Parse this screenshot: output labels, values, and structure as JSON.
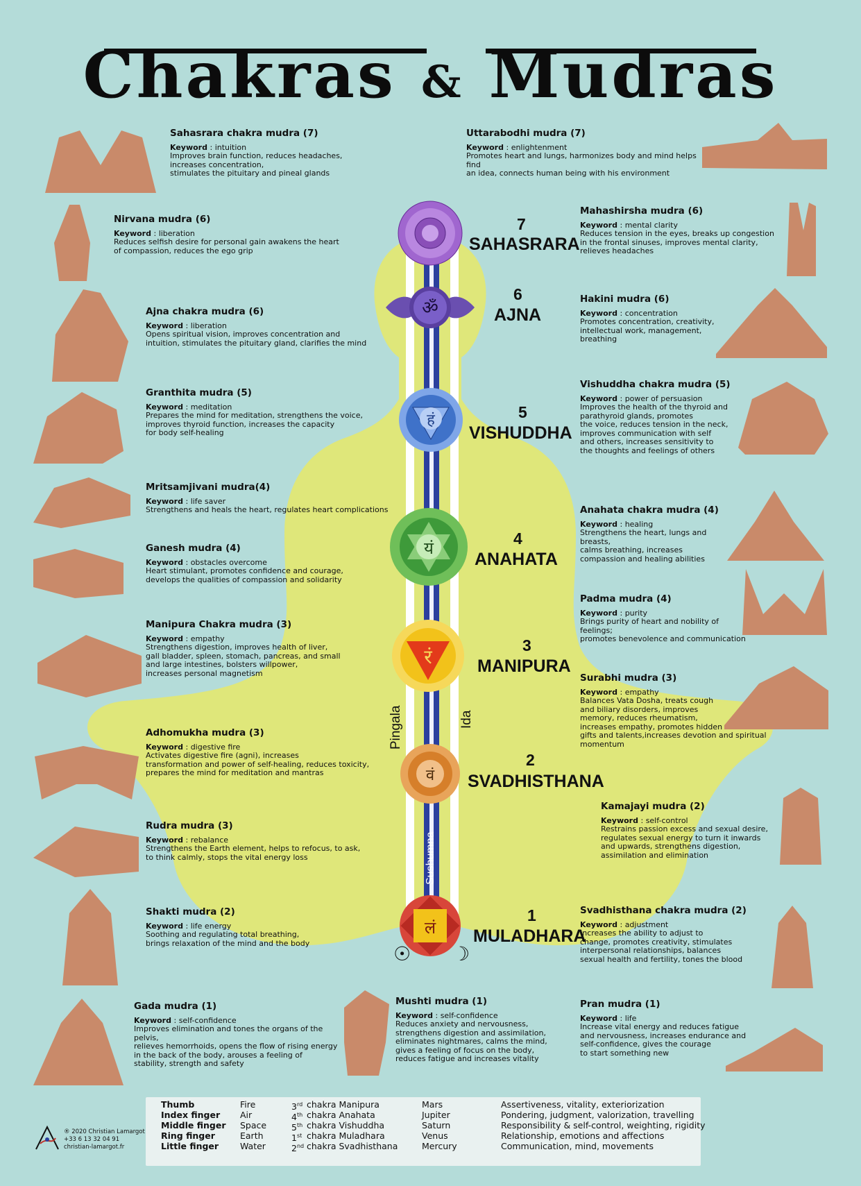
{
  "title": {
    "left": "Chakras",
    "amp": "&",
    "right": "Mudras"
  },
  "chakras": [
    {
      "num": "7",
      "name": "SAHASRARA",
      "color": "#8a4fb8",
      "syllable": "",
      "symbol": ""
    },
    {
      "num": "6",
      "name": "AJNA",
      "color": "#5a3fa0",
      "syllable": "ॐ",
      "symbol": ""
    },
    {
      "num": "5",
      "name": "VISHUDDHA",
      "color": "#3f72c9",
      "syllable": "हं",
      "symbol": ""
    },
    {
      "num": "4",
      "name": "ANAHATA",
      "color": "#4da447",
      "syllable": "यं",
      "symbol": ""
    },
    {
      "num": "3",
      "name": "MANIPURA",
      "color": "#f2c21a",
      "syllable": "रं",
      "symbol": ""
    },
    {
      "num": "2",
      "name": "SVADHISTHANA",
      "color": "#e0903a",
      "syllable": "वं",
      "symbol": ""
    },
    {
      "num": "1",
      "name": "MULADHARA",
      "color": "#c0322a",
      "syllable": "लं",
      "symbol": ""
    }
  ],
  "channels": {
    "left": "Pingala",
    "right": "Ida",
    "center": "Sushumna"
  },
  "sun_symbol": "☉",
  "moon_symbol": "☽",
  "mudras": {
    "sahasrara_chakra": {
      "title": "Sahasrara chakra mudra (7)",
      "keyword": "intuition",
      "desc": "Improves brain function, reduces headaches,\nincreases concentration,\nstimulates the pituitary and pineal glands"
    },
    "uttarabodhi": {
      "title": "Uttarabodhi mudra (7)",
      "keyword": "enlightenment",
      "desc": "Promotes heart and lungs, harmonizes body and mind helps find\nan idea, connects human being with his environment"
    },
    "nirvana": {
      "title": "Nirvana mudra (6)",
      "keyword": "liberation",
      "desc": "Reduces selfish desire for personal gain awakens the heart\nof compassion, reduces the ego grip"
    },
    "mahashirsha": {
      "title": "Mahashirsha mudra (6)",
      "keyword": "mental clarity",
      "desc": "Reduces tension in the eyes, breaks up congestion\nin the frontal sinuses, improves mental clarity,\nrelieves headaches"
    },
    "ajna_chakra": {
      "title": "Ajna chakra mudra (6)",
      "keyword": "liberation",
      "desc": "Opens spiritual vision,  improves concentration and\nintuition, stimulates the pituitary gland, clarifies the mind"
    },
    "hakini": {
      "title": "Hakini mudra (6)",
      "keyword": "concentration",
      "desc": "Promotes concentration, creativity,\nintellectual work, management, breathing"
    },
    "granthita": {
      "title": "Granthita mudra (5)",
      "keyword": "meditation",
      "desc": "Prepares the mind for meditation, strengthens the voice,\nimproves thyroid function, increases the capacity\nfor body self-healing"
    },
    "vishuddha_chakra": {
      "title": "Vishuddha chakra mudra (5)",
      "keyword": "power of persuasion",
      "desc": "Improves the health of the thyroid and\nparathyroid glands, promotes\nthe voice, reduces tension in the neck,\nimproves communication with self\nand others, increases sensitivity to\nthe thoughts and feelings of others"
    },
    "mritsamjivani": {
      "title": "Mritsamjivani mudra(4)",
      "keyword": "life saver",
      "desc": "Strengthens and heals the heart, regulates heart complications"
    },
    "anahata_chakra": {
      "title": "Anahata chakra mudra  (4)",
      "keyword": "healing",
      "desc": "Strengthens the heart, lungs and breasts,\ncalms breathing, increases\ncompassion and healing abilities"
    },
    "ganesh": {
      "title": "Ganesh mudra (4)",
      "keyword": "obstacles overcome",
      "desc": "Heart stimulant, promotes confidence and courage,\ndevelops the qualities of compassion and solidarity"
    },
    "padma": {
      "title": "Padma mudra  (4)",
      "keyword": "purity",
      "desc": "Brings purity of heart and nobility of feelings;\npromotes benevolence and communication"
    },
    "manipura_chakra": {
      "title": "Manipura Chakra mudra  (3)",
      "keyword": "empathy",
      "desc": "Strengthens digestion, improves health of liver,\ngall bladder, spleen, stomach, pancreas, and small\nand large intestines, bolsters willpower,\nincreases personal magnetism"
    },
    "surabhi": {
      "title": "Surabhi mudra  (3)",
      "keyword": "empathy",
      "desc": "Balances Vata Dosha, treats cough\nand biliary disorders, improves\nmemory, reduces rheumatism,\nincreases empathy, promotes hidden\ngifts and talents,increases devotion and spiritual momentum"
    },
    "adhomukha": {
      "title": "Adhomukha mudra (3)",
      "keyword": "digestive fire",
      "desc": "Activates digestive fire (agni), increases\ntransformation and power of self-healing, reduces toxicity,\nprepares the mind for meditation and mantras"
    },
    "kamajayi": {
      "title": "Kamajayi mudra (2)",
      "keyword": "self-control",
      "desc": "Restrains passion excess and sexual desire,\nregulates sexual energy to turn it inwards\nand upwards,  strengthens digestion,\nassimilation and elimination"
    },
    "rudra": {
      "title": "Rudra mudra  (3)",
      "keyword": "rebalance",
      "desc": "Strengthens the Earth element, helps to refocus, to ask,\nto think calmly, stops the vital energy loss"
    },
    "shakti": {
      "title": "Shakti mudra (2)",
      "keyword": "life energy",
      "desc": "Soothing and regulating total breathing,\nbrings relaxation of the mind and the body"
    },
    "svadhisthana_chakra": {
      "title": "Svadhisthana chakra mudra (2)",
      "keyword": "adjustment",
      "desc": "Increases the ability to adjust to\nchange, promotes creativity, stimulates\ninterpersonal relationships, balances\nsexual health and fertility, tones the blood"
    },
    "gada": {
      "title": "Gada mudra (1)",
      "keyword": "self-confidence",
      "desc": "Improves elimination and tones the organs of the pelvis,\nrelieves hemorrhoids, opens the flow of rising energy\nin the back of the body, arouses a feeling of\nstability, strength and safety"
    },
    "mushti": {
      "title": "Mushti mudra (1)",
      "keyword": "self-confidence",
      "desc": "Reduces anxiety and nervousness,\nstrengthens digestion and assimilation,\neliminates nightmares, calms the mind,\ngives a feeling of focus on the body,\nreduces fatigue and increases vitality"
    },
    "pran": {
      "title": "Pran mudra (1)",
      "keyword": "life",
      "desc": "Increase vital energy and reduces fatigue\nand nervousness, increases endurance and\nself-confidence, gives the courage\nto start something new"
    }
  },
  "keyword_label": "Keyword",
  "legend": [
    {
      "finger": "Thumb",
      "element": "Fire",
      "num": "3",
      "sup": "rd",
      "chakra": "chakra Manipura",
      "planet": "Mars",
      "quality": "Assertiveness, vitality, exteriorization"
    },
    {
      "finger": "Index finger",
      "element": "Air",
      "num": "4",
      "sup": "th",
      "chakra": "chakra Anahata",
      "planet": "Jupiter",
      "quality": "Pondering, judgment, valorization, travelling"
    },
    {
      "finger": "Middle finger",
      "element": "Space",
      "num": "5",
      "sup": "th",
      "chakra": "chakra Vishuddha",
      "planet": "Saturn",
      "quality": "Responsibility & self-control, weighting, rigidity"
    },
    {
      "finger": "Ring finger",
      "element": "Earth",
      "num": "1",
      "sup": "st",
      "chakra": "chakra Muladhara",
      "planet": "Venus",
      "quality": "Relationship, emotions and affections"
    },
    {
      "finger": "Little finger",
      "element": "Water",
      "num": "2",
      "sup": "nd",
      "chakra": "chakra Svadhisthana",
      "planet": "Mercury",
      "quality": "Communication, mind, movements"
    }
  ],
  "copyright": {
    "line1": "® 2020 Christian Lamargot",
    "line2": "+33 6 13 32 04 91",
    "line3": "christian-lamargot.fr"
  },
  "colors": {
    "background": "#b4dcd9",
    "silhouette": "#dfe77a",
    "skin": "#c98a6a",
    "channel_blue": "#2b3f9e"
  }
}
